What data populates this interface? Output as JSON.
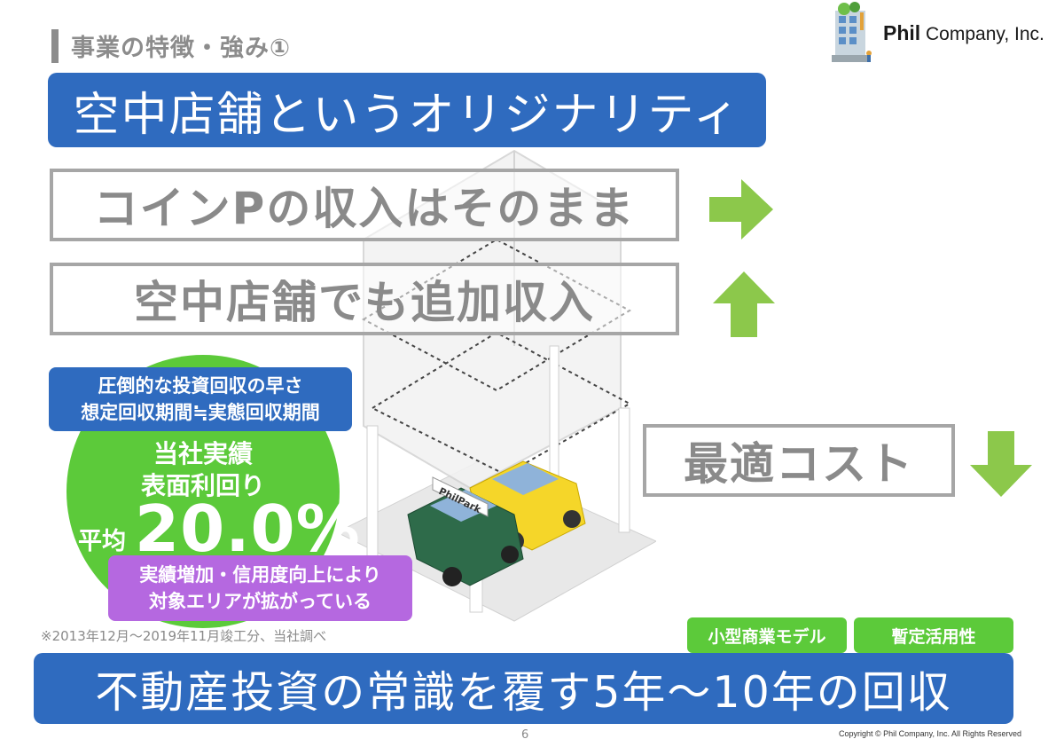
{
  "header": {
    "section_title": "事業の特徴・強み①",
    "logo_bold": "Phil",
    "logo_rest": " Company, Inc."
  },
  "main_title": "空中店舗というオリジナリティ",
  "points": [
    {
      "text": "コインPの収入はそのまま",
      "arrow": "right-arrow-icon"
    },
    {
      "text": "空中店舗でも追加収入",
      "arrow": "up-arrow-icon"
    },
    {
      "text": "最適コスト",
      "arrow": "down-arrow-icon"
    }
  ],
  "illustration": {
    "sign_text": "PhilPark"
  },
  "circle": {
    "line1": "当社実績",
    "line2": "表面利回り",
    "avg_label": "平均",
    "value": "20.0%"
  },
  "blue_label": {
    "line1": "圧倒的な投資回収の早さ",
    "line2": "想定回収期間≒実態回収期間"
  },
  "purple_label": {
    "line1": "実績増加・信用度向上により",
    "line2": "対象エリアが拡がっている"
  },
  "note": "※2013年12月～2019年11月竣工分、当社調べ",
  "tags": [
    "小型商業モデル",
    "暫定活用性"
  ],
  "bottom_banner": "不動産投資の常識を覆す5年～10年の回収",
  "footer": {
    "page": "6",
    "copyright": "Copyright © Phil Company, Inc.  All Rights Reserved"
  },
  "colors": {
    "blue": "#2f6bbf",
    "green": "#5cca3a",
    "arrow_green": "#8cc84b",
    "purple": "#b568e0",
    "gray": "#8a8a8a"
  }
}
